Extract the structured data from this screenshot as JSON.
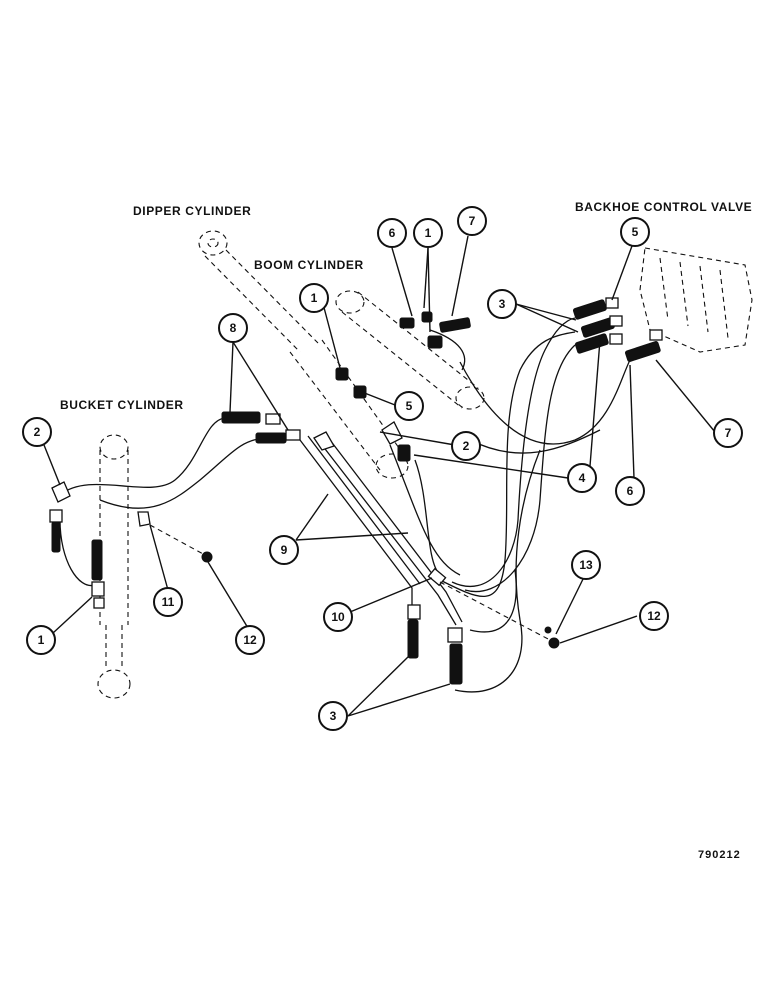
{
  "labels": {
    "dipper_cylinder": "DIPPER CYLINDER",
    "boom_cylinder": "BOOM CYLINDER",
    "bucket_cylinder": "BUCKET CYLINDER",
    "backhoe_control_valve": "BACKHOE CONTROL VALVE"
  },
  "callouts": {
    "c6_top": "6",
    "c1_top": "1",
    "c7_top": "7",
    "c5_valve": "5",
    "c3_valve": "3",
    "c1_boom": "1",
    "c8": "8",
    "c5_boom": "5",
    "c2_boom": "2",
    "c7_right": "7",
    "c2_bucket": "2",
    "c4": "4",
    "c6_right": "6",
    "c9": "9",
    "c11": "11",
    "c13": "13",
    "c12_mid": "12",
    "c12_right": "12",
    "c10": "10",
    "c1_bucket": "1",
    "c3_bottom": "3"
  },
  "figure_number": "790212"
}
